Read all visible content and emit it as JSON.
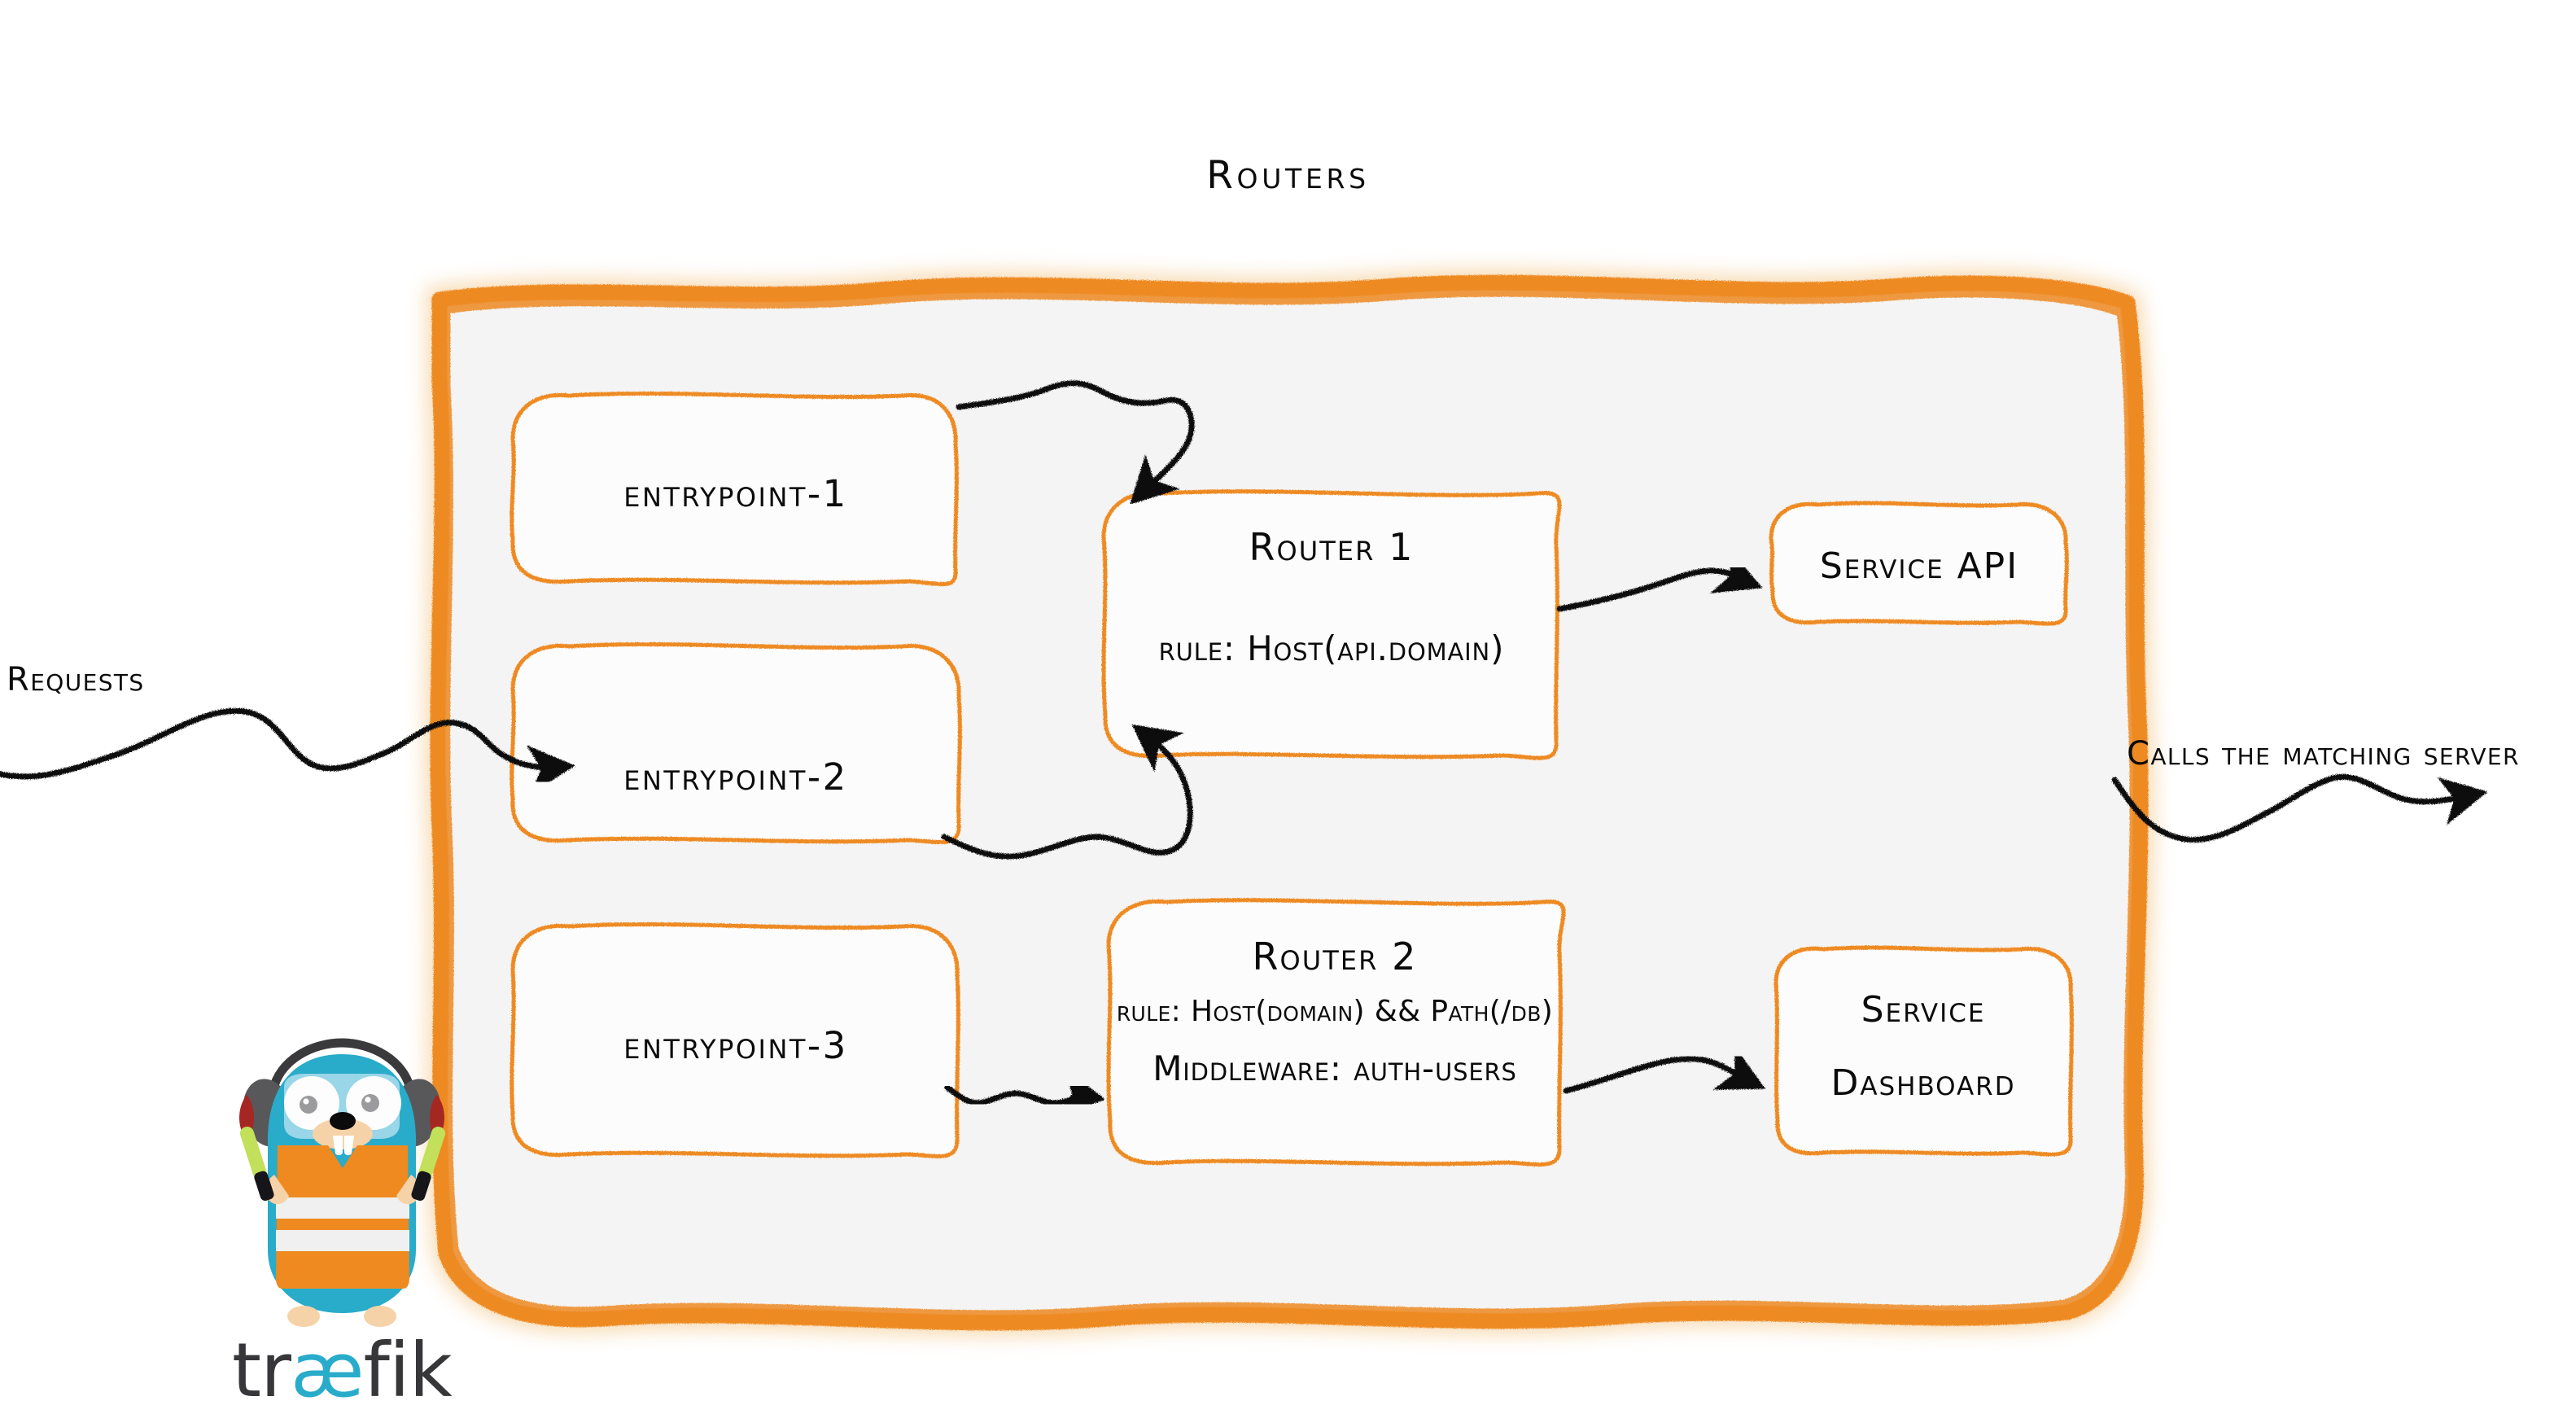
{
  "diagram": {
    "title": "Routers",
    "type": "traefik-routing-architecture",
    "background": "#ffffff",
    "colors": {
      "accent_orange": "#ee8a20",
      "container_fill": "#f4f4f4",
      "box_fill": "#fcfcfc",
      "ink_black": "#0b0b0b",
      "traefik_cyan": "#29abca",
      "traefik_vest_orange": "#ee8a20",
      "traefik_wordmark_dark": "#37373a",
      "glowstick_green": "#c2e05a"
    }
  },
  "container": {
    "name": "routers-container",
    "label": "Routers"
  },
  "entrypoints": [
    {
      "id": "entrypoint-1",
      "label": "entrypoint-1"
    },
    {
      "id": "entrypoint-2",
      "label": "entrypoint-2"
    },
    {
      "id": "entrypoint-3",
      "label": "entrypoint-3"
    }
  ],
  "routers": [
    {
      "id": "router-1",
      "title": "Router 1",
      "lines": [
        {
          "text": "rule: Host(api.domain)",
          "size": "large"
        }
      ]
    },
    {
      "id": "router-2",
      "title": "Router 2",
      "lines": [
        {
          "text": "rule: Host(domain) && Path(/db)",
          "size": "small"
        },
        {
          "text": "Middleware: auth-users",
          "size": "large"
        }
      ]
    }
  ],
  "services": [
    {
      "id": "service-api",
      "lines": [
        "Service API"
      ]
    },
    {
      "id": "service-dashboard",
      "lines": [
        "Service",
        "Dashboard"
      ]
    }
  ],
  "annotations": {
    "incoming": "Requests",
    "outgoing": "Calls the matching server"
  },
  "edges": [
    {
      "from": "entrypoint-1",
      "to": "router-1",
      "style": "squiggle-arrow"
    },
    {
      "from": "entrypoint-2",
      "to": "router-1",
      "style": "squiggle-arrow"
    },
    {
      "from": "entrypoint-3",
      "to": "router-2",
      "style": "squiggle-arrow"
    },
    {
      "from": "router-1",
      "to": "service-api",
      "style": "squiggle-arrow"
    },
    {
      "from": "router-2",
      "to": "service-dashboard",
      "style": "squiggle-arrow"
    },
    {
      "from": "Requests",
      "to": "routers-container",
      "style": "squiggle-arrow"
    },
    {
      "from": "routers-container",
      "to": "Calls the matching server",
      "style": "squiggle-arrow"
    }
  ],
  "logo": {
    "name": "traefik-gopher-logo",
    "wordmark_prefix": "tr",
    "wordmark_accent": "æ",
    "wordmark_suffix": "fik"
  }
}
